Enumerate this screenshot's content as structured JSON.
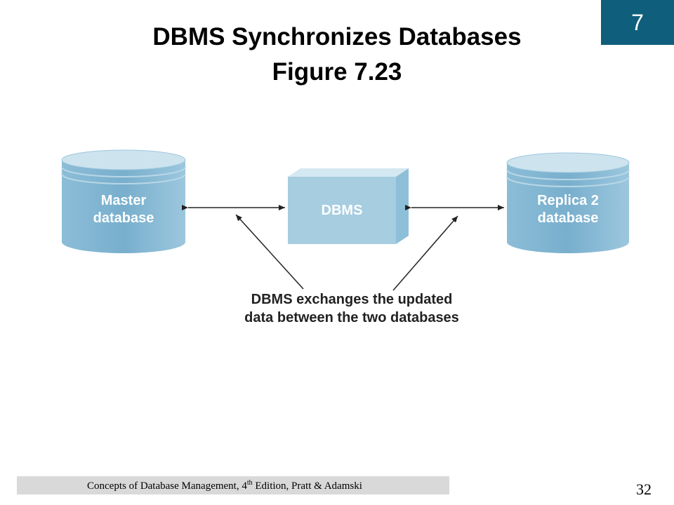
{
  "chapter_badge": "7",
  "title": {
    "line1": "DBMS Synchronizes Databases",
    "line2": "Figure 7.23"
  },
  "diagram": {
    "master_label_line1": "Master",
    "master_label_line2": "database",
    "dbms_label": "DBMS",
    "replica_label_line1": "Replica 2",
    "replica_label_line2": "database",
    "caption_line1": "DBMS exchanges the updated",
    "caption_line2": "data between the two databases",
    "colors": {
      "cylinder_body": "#7fb3cf",
      "cylinder_top": "#cde3ee",
      "box_front": "#a6cde0",
      "box_top": "#d4e8f1",
      "label_text": "#ffffff",
      "arrow": "#222222"
    }
  },
  "footer": {
    "text_before_sup": "Concepts of Database Management, 4",
    "sup": "th",
    "text_after_sup": " Edition, Pratt & Adamski",
    "page_number": "32"
  }
}
